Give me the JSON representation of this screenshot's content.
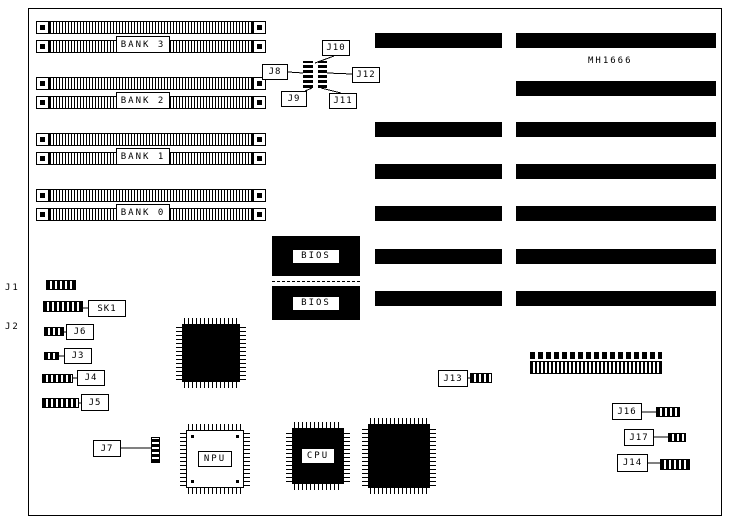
{
  "board": {
    "model": "MH1666",
    "banks": [
      {
        "label": "BANK 3"
      },
      {
        "label": "BANK 2"
      },
      {
        "label": "BANK 1"
      },
      {
        "label": "BANK 0"
      }
    ],
    "chips": {
      "bios_top": "BIOS",
      "bios_bottom": "BIOS",
      "npu": "NPU",
      "cpu": "CPU"
    },
    "jumpers": {
      "j1": "J1",
      "j2": "J2",
      "j3": "J3",
      "j4": "J4",
      "j5": "J5",
      "j6": "J6",
      "j7": "J7",
      "j8": "J8",
      "j9": "J9",
      "j10": "J10",
      "j11": "J11",
      "j12": "J12",
      "j13": "J13",
      "j14": "J14",
      "j16": "J16",
      "j17": "J17",
      "sk1": "SK1"
    }
  }
}
